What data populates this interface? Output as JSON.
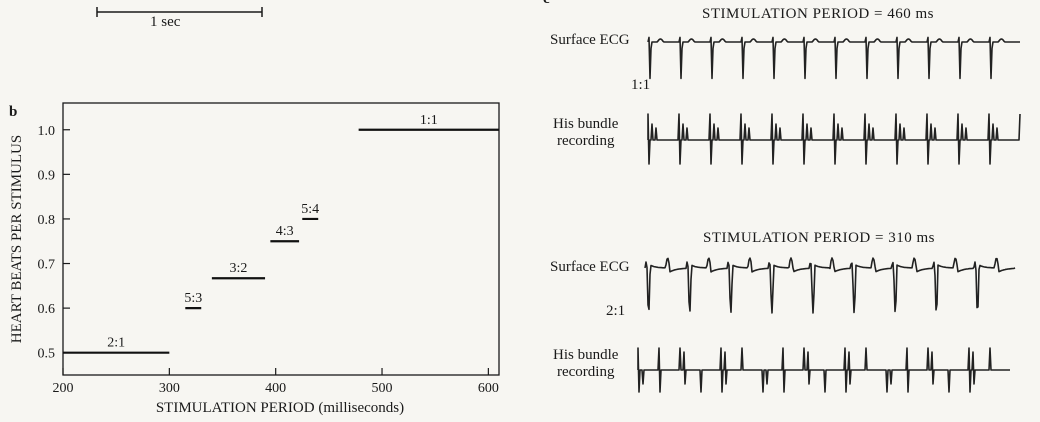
{
  "scale_bar": {
    "label": "1 sec"
  },
  "panel_b": {
    "label": "b"
  },
  "panel_c": {
    "label": "c",
    "top": {
      "title": "STIMULATION PERIOD = 460 ms",
      "surface_label": "Surface ECG",
      "ratio": "1:1",
      "his_label_line1": "His bundle",
      "his_label_line2": "recording"
    },
    "bottom": {
      "title": "STIMULATION PERIOD = 310 ms",
      "surface_label": "Surface ECG",
      "ratio": "2:1",
      "his_label_line1": "His bundle",
      "his_label_line2": "recording"
    }
  },
  "chart_data": {
    "type": "line",
    "title": "",
    "xlabel": "STIMULATION PERIOD (milliseconds)",
    "ylabel": "HEART BEATS PER STIMULUS",
    "xlim": [
      200,
      610
    ],
    "ylim": [
      0.45,
      1.06
    ],
    "x_ticks": [
      200,
      300,
      400,
      500,
      600
    ],
    "y_ticks": [
      0.5,
      0.6,
      0.7,
      0.8,
      0.9,
      1.0
    ],
    "x_tick_labels": [
      "200",
      "300",
      "400",
      "500",
      "600"
    ],
    "y_tick_labels": [
      "0.5",
      "0.6",
      "0.7",
      "0.8",
      "0.9",
      "1.0"
    ],
    "grid": false,
    "segments": [
      {
        "label": "2:1",
        "x_start": 200,
        "x_end": 300,
        "y": 0.5
      },
      {
        "label": "5:3",
        "x_start": 315,
        "x_end": 330,
        "y": 0.6
      },
      {
        "label": "3:2",
        "x_start": 340,
        "x_end": 390,
        "y": 0.667
      },
      {
        "label": "4:3",
        "x_start": 395,
        "x_end": 422,
        "y": 0.75
      },
      {
        "label": "5:4",
        "x_start": 425,
        "x_end": 440,
        "y": 0.8
      },
      {
        "label": "1:1",
        "x_start": 478,
        "x_end": 610,
        "y": 1.0
      }
    ]
  }
}
